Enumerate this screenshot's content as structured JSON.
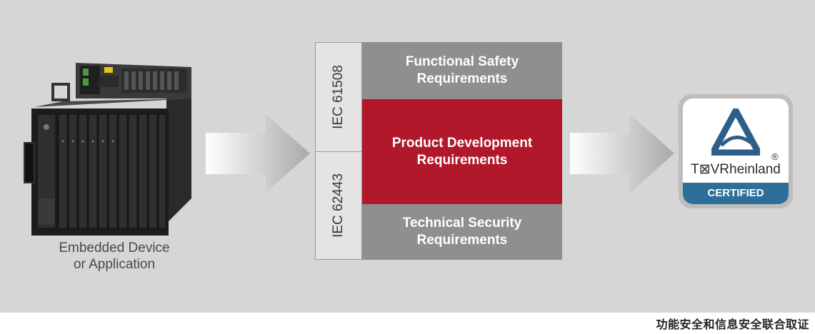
{
  "device": {
    "caption_line1": "Embedded Device",
    "caption_line2": "or Application",
    "image": "embedded-controller-rack"
  },
  "standards": [
    {
      "name": "IEC 61508"
    },
    {
      "name": "IEC 62443"
    }
  ],
  "requirements": [
    {
      "line1": "Functional Safety",
      "line2": "Requirements",
      "color": "#8f8f8f"
    },
    {
      "line1": "Product Development",
      "line2": "Requirements",
      "color": "#b2182b"
    },
    {
      "line1": "Technical Security",
      "line2": "Requirements",
      "color": "#8f8f8f"
    }
  ],
  "certificate": {
    "brand": "T⊠VRheinland",
    "registered_mark": "®",
    "label": "CERTIFIED",
    "icon": "tuv-triangle-logo",
    "accent_color": "#2e6f9a"
  },
  "footer": {
    "caption": "功能安全和信息安全联合取证"
  }
}
